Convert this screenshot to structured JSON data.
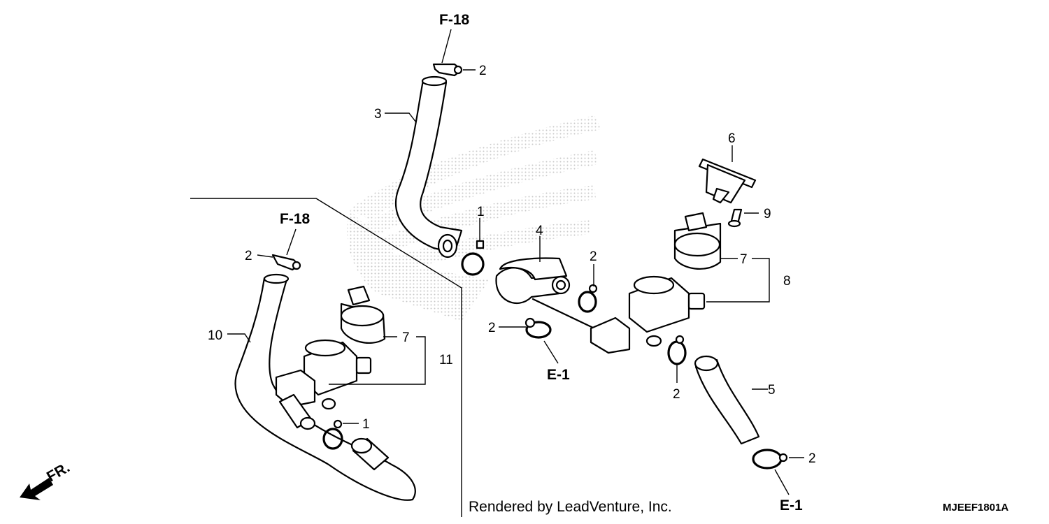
{
  "labels": {
    "ref_f18_top": "F-18",
    "ref_f18_left": "F-18",
    "ref_e1_center": "E-1",
    "ref_e1_bottom": "E-1",
    "part_1_upper": "1",
    "part_1_lower": "1",
    "part_2_top": "2",
    "part_2_left": "2",
    "part_2_center": "2",
    "part_2_mid": "2",
    "part_2_right": "2",
    "part_2_bottom": "2",
    "part_3": "3",
    "part_4": "4",
    "part_5": "5",
    "part_6": "6",
    "part_7_right": "7",
    "part_7_left": "7",
    "part_8": "8",
    "part_9": "9",
    "part_10": "10",
    "part_11": "11",
    "front_marker": "FR."
  },
  "footer": {
    "credit": "Rendered by LeadVenture, Inc.",
    "diagram_code": "MJEEF1801A"
  },
  "colors": {
    "line": "#000000",
    "watermark": "#c8c8c8",
    "background": "#ffffff"
  },
  "icons": {
    "front_arrow": "arrow-down-left-icon",
    "watermark": "wing-logo-watermark"
  }
}
